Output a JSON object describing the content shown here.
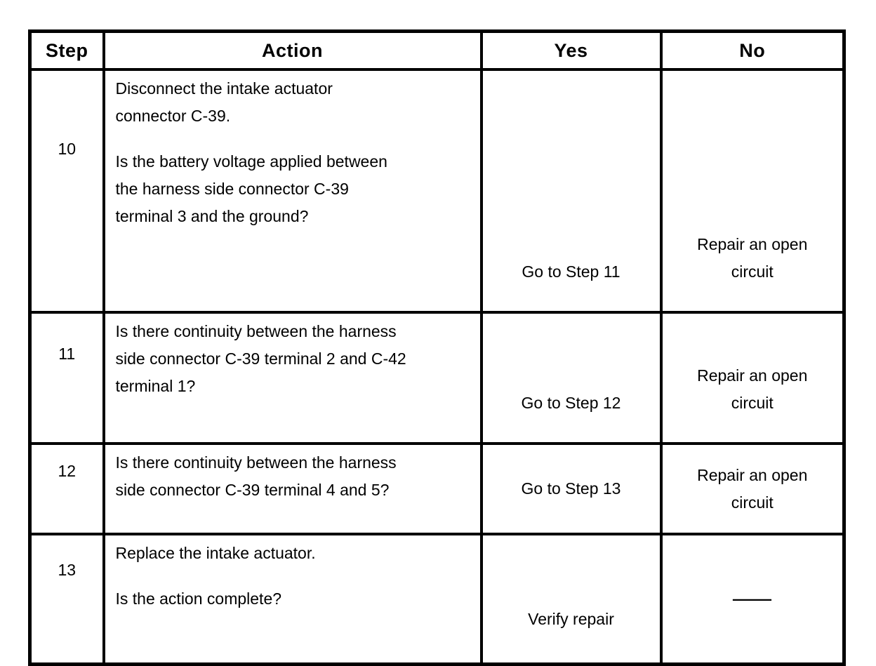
{
  "table": {
    "headers": {
      "step": "Step",
      "action": "Action",
      "yes": "Yes",
      "no": "No"
    },
    "rows": [
      {
        "step": "10",
        "action_paragraphs": [
          "Disconnect the intake actuator\nconnector C-39.",
          "Is the battery voltage applied between\nthe harness side connector C-39\nterminal 3 and the ground?"
        ],
        "yes": "Go to Step 11",
        "no": "Repair an open\ncircuit"
      },
      {
        "step": "11",
        "action_paragraphs": [
          "Is there continuity between the harness\nside connector C-39 terminal 2 and C-42\nterminal 1?"
        ],
        "yes": "Go to Step 12",
        "no": "Repair an open\ncircuit"
      },
      {
        "step": "12",
        "action_paragraphs": [
          "Is there continuity between the harness\nside connector C-39 terminal 4 and 5?"
        ],
        "yes": "Go to Step 13",
        "no": "Repair an open\ncircuit"
      },
      {
        "step": "13",
        "action_paragraphs": [
          "Replace the intake actuator.",
          "Is the action complete?"
        ],
        "yes": "Verify repair",
        "no": "—"
      }
    ],
    "colors": {
      "line": "#000000",
      "background": "#ffffff"
    }
  }
}
